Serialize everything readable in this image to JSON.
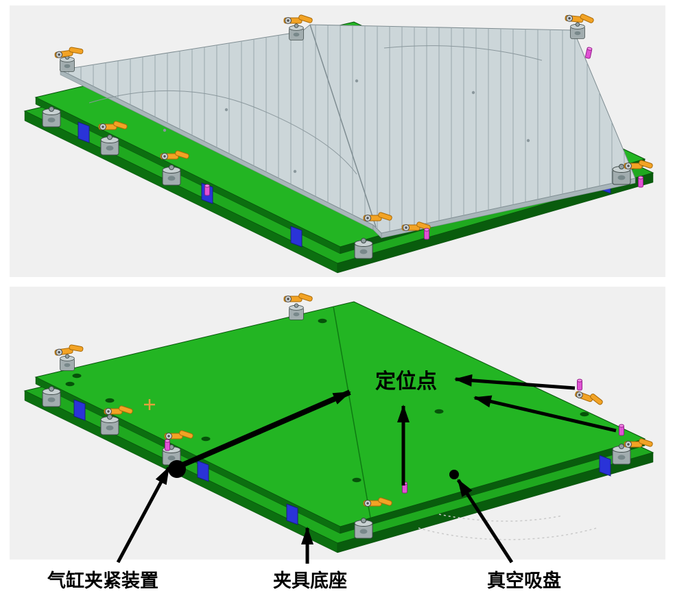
{
  "colors": {
    "bg": "#ffffff",
    "panel_bg": "#f0f0f0",
    "green_top": "#1fa91f",
    "green_top2": "#23b523",
    "green_side": "#0c6f10",
    "green_side2": "#095c0d",
    "green_dark": "#06500a",
    "panel_gray": "#ccd6d9",
    "panel_gray_side": "#a9b6ba",
    "panel_line": "#97a6ac",
    "orange": "#f2a325",
    "orange_dark": "#a96a08",
    "blue": "#2a33d8",
    "pink": "#e052d4",
    "metal": "#a2adaf",
    "metal_light": "#c8d1d2",
    "annotation": "#000000"
  },
  "annotations": {
    "locating_point": "定位点",
    "cylinder_clamp": "气缸夹紧装置",
    "fixture_base": "夹具底座",
    "vacuum_pad": "真空吸盘"
  }
}
